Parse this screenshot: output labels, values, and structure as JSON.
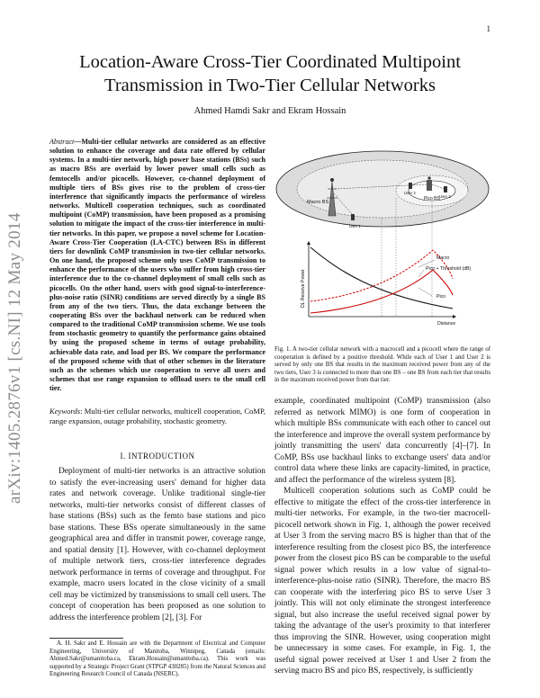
{
  "page_number": "1",
  "arxiv_id": "arXiv:1405.2876v1  [cs.NI]  12 May 2014",
  "title_line1": "Location-Aware Cross-Tier Coordinated Multipoint",
  "title_line2": "Transmission in Two-Tier Cellular Networks",
  "authors": "Ahmed Hamdi Sakr and Ekram Hossain",
  "abstract_label": "Abstract",
  "abstract_text": "—Multi-tier cellular networks are considered as an effective solution to enhance the coverage and data rate offered by cellular systems. In a multi-tier network, high power base stations (BSs) such as macro BSs are overlaid by lower power small cells such as femtocells and/or picocells. However, co-channel deployment of multiple tiers of BSs gives rise to the problem of cross-tier interference that significantly impacts the performance of wireless networks. Multicell cooperation techniques, such as coordinated multipoint (CoMP) transmission, have been proposed as a promising solution to mitigate the impact of the cross-tier interference in multi-tier networks. In this paper, we propose a novel scheme for Location-Aware Cross-Tier Cooperation (LA-CTC) between BSs in different tiers for downlink CoMP transmission in two-tier cellular networks. On one hand, the proposed scheme only uses CoMP transmission to enhance the performance of the users who suffer from high cross-tier interference due to the co-channel deployment of small cells such as picocells. On the other hand, users with good signal-to-interference-plus-noise ratio (SINR) conditions are served directly by a single BS from any of the two tiers. Thus, the data exchange between the cooperating BSs over the backhaul network can be reduced when compared to the traditional CoMP transmission scheme. We use tools from stochastic geometry to quantify the performance gains obtained by using the proposed scheme in terms of outage probability, achievable data rate, and load per BS. We compare the performance of the proposed scheme with that of other schemes in the literature such as the schemes which use cooperation to serve all users and schemes that use range expansion to offload users to the small cell tier.",
  "keywords_label": "Keywords",
  "keywords_text": ": Multi-tier cellular networks, multicell cooperation, CoMP, range expansion, outage probability, stochastic geometry.",
  "section_heading": "I. INTRODUCTION",
  "intro_text": "Deployment of multi-tier networks is an attractive solution to satisfy the ever-increasing users' demand for higher data rates and network coverage. Unlike traditional single-tier networks, multi-tier networks consist of different classes of base stations (BSs) such as the femto base stations and pico base stations. These BSs operate simultaneously in the same geographical area and differ in transmit power, coverage range, and spatial density [1]. However, with co-channel deployment of multiple network tiers, cross-tier interference degrades network performance in terms of coverage and throughput. For example, macro users located in the close vicinity of a small cell may be victimized by transmissions to small cell users. The concept of cooperation has been proposed as one solution to address the interference problem [2], [3]. For",
  "footnote_text": "A. H. Sakr and E. Hossain are with the Department of Electrical and Computer Engineering, University of Manitoba, Winnipeg, Canada (emails: Ahmed.Sakr@umanitoba.ca, Ekram.Hossain@umanitoba.ca). This work was supported by a Strategic Project Grant (STPGP 430285) from the Natural Sciences and Engineering Research Council of Canada (NSERC).",
  "figure": {
    "macro_bs_label": "Macro BS",
    "pico_bs_label": "Pico BS",
    "user1_label": "User 1",
    "user2_label": "User 2",
    "user3_label": "User 3",
    "ylabel": "DL Receive Power",
    "xlabel": "Distance",
    "legend_macro": "Macro",
    "legend_pico_threshold": "Pico + Threshold (dB)",
    "legend_pico": "Pico"
  },
  "caption_text": "Fig. 1.  A two-tier cellular network with a macrocell and a picocell where the range of cooperation is defined by a positive threshold. While each of User 1 and User 2 is served by only one BS that results in the maximum received power from any of the two tiers, User 3 is connected to more than one BS – one BS from each tier that results in the maximum received power from that tier.",
  "right_text1": "example, coordinated multipoint (CoMP) transmission (also referred as network MIMO) is one form of cooperation in which multiple BSs communicate with each other to cancel out the interference and improve the overall system performance by jointly transmitting the users' data concurrently [4]–[7]. In CoMP, BSs use backhaul links to exchange users' data and/or control data where these links are capacity-limited, in practice, and affect the performance of the wireless system [8].",
  "right_text2": "Multicell cooperation solutions such as CoMP could be effective to mitigate the effect of the cross-tier interference in multi-tier networks. For example, in the two-tier macrocell-picocell network shown in Fig. 1, although the power received at User 3 from the serving macro BS is higher than that of the interference resulting from the closest pico BS, the interference power from the closest pico BS can be comparable to the useful signal power which results in a low value of signal-to-interference-plus-noise ratio (SINR). Therefore, the macro BS can cooperate with the interfering pico BS to serve User 3 jointly. This will not only eliminate the strongest interference signal, but also increase the useful received signal power by taking the advantage of the user's proximity to that interferer thus improving the SINR. However, using cooperation might be unnecessary in some cases. For example, in Fig. 1, the useful signal power received at User 1 and User 2 from the serving macro BS and pico BS, respectively, is sufficiently"
}
